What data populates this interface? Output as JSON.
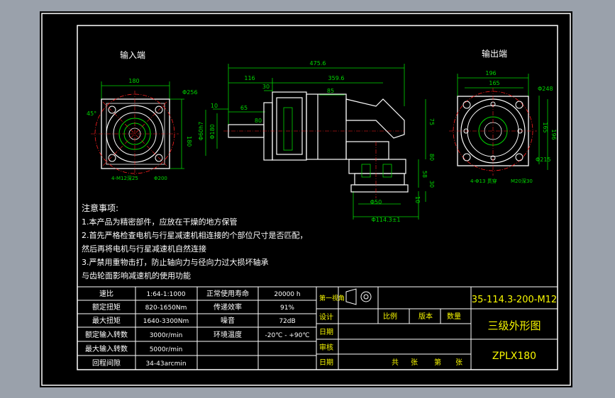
{
  "colors": {
    "frame": "#ffffff",
    "paper": "#000000",
    "outline": "#ffffff",
    "dimension": "#00d800",
    "centerline": "#ff2020",
    "text": "#ffffff",
    "titlebox": "#f7f700",
    "chrome": "#9aa1ab"
  },
  "views": {
    "input_title": "输入端",
    "output_title": "输出端"
  },
  "dims": {
    "input": {
      "width": "180",
      "bolt_circle": "Φ256",
      "height": "180",
      "angle": "45°",
      "holes": "4-M12深25",
      "pilot": "Φ200"
    },
    "side": {
      "overall": "475.6",
      "mid": "359.6",
      "d116": "116",
      "d30": "30",
      "d85": "85",
      "d10": "10",
      "d65": "65",
      "d80": "80",
      "shaft": "Φ60h7",
      "flange": "Φ180",
      "right_h": "75",
      "h80": "80",
      "h58": "58",
      "h30": "30",
      "h10": "10",
      "foot_w": "Φ50",
      "foot_w2": "Φ114.3±1"
    },
    "output": {
      "width1": "196",
      "width2": "165",
      "bolt_circle": "Φ248",
      "height": "165",
      "d196": "196",
      "d215": "Φ215",
      "holes": "4-Φ13 贯穿",
      "thread": "M20深30"
    }
  },
  "notes": {
    "heading": "注意事项:",
    "lines": [
      "1.本产品为精密部件，应放在干燥的地方保管",
      "2.首先严格检查电机与行星减速机相连接的个部位尺寸是否匹配，",
      "然后再将电机与行星减速机自然连接",
      "3.严禁用重物击打，防止轴向力与径向力过大损坏轴承",
      "与齿轮面影响减速机的使用功能"
    ]
  },
  "specs": {
    "rows": [
      {
        "k1": "速比",
        "v1": "1:64-1:1000",
        "k2": "正常使用寿命",
        "v2": "20000 h"
      },
      {
        "k1": "额定扭矩",
        "v1": "820-1650Nm",
        "k2": "传递效率",
        "v2": "91%"
      },
      {
        "k1": "最大扭矩",
        "v1": "1640-3300Nm",
        "k2": "噪音",
        "v2": "72dB"
      },
      {
        "k1": "额定输入转数",
        "v1": "3000r/min",
        "k2": "环境温度",
        "v2": "-20℃ - +90℃"
      },
      {
        "k1": "最大输入转数",
        "v1": "5000r/min",
        "k2": "",
        "v2": ""
      },
      {
        "k1": "回程间隙",
        "v1": "34-43arcmin",
        "k2": "",
        "v2": ""
      }
    ]
  },
  "titleblock": {
    "projection": "第一视角",
    "design": "设计",
    "date1": "日期",
    "review": "审核",
    "date2": "日期",
    "scale": "比例",
    "version": "版本",
    "quantity": "数量",
    "total": "共",
    "sheet_unit1": "张",
    "sheet_no": "第",
    "sheet_unit2": "张",
    "part_no": "35-114.3-200-M12",
    "drawing_name": "三级外形图",
    "model": "ZPLX180"
  }
}
